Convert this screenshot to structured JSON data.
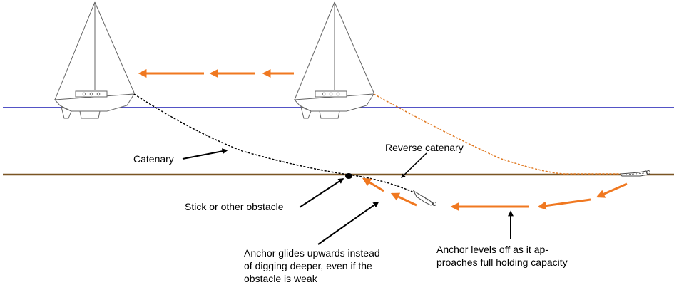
{
  "labels": {
    "catenary": "Catenary",
    "reverse_catenary": "Reverse catenary",
    "obstacle": "Stick or other obstacle",
    "glide_line1": "Anchor glides upwards instead",
    "glide_line2": "of digging deeper, even if the",
    "glide_line3": "obstacle is weak",
    "level_line1": "Anchor levels off as it ap-",
    "level_line2": "proaches full holding capacity"
  },
  "colors": {
    "water": "#1a1ab4",
    "seabed": "#7a5523",
    "arrow": "#f07820",
    "rode_black": "#000000",
    "rode_orange": "#e07820"
  }
}
